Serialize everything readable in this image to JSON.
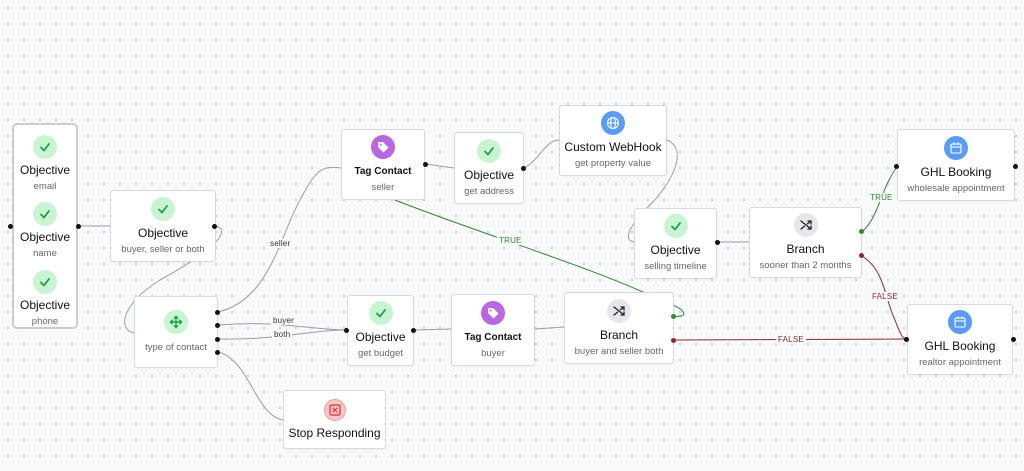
{
  "group": {
    "items": [
      {
        "title": "Objective",
        "subtitle": "email"
      },
      {
        "title": "Objective",
        "subtitle": "name"
      },
      {
        "title": "Objective",
        "subtitle": "phone"
      }
    ]
  },
  "nodes": {
    "obj_buyer_seller": {
      "title": "Objective",
      "subtitle": "buyer, seller or both"
    },
    "type_of_contact": {
      "title": "",
      "subtitle": "type of contact"
    },
    "stop_responding": {
      "title": "Stop Responding",
      "subtitle": ""
    },
    "tag_seller": {
      "title": "Tag Contact",
      "subtitle": "seller"
    },
    "obj_address": {
      "title": "Objective",
      "subtitle": "get address"
    },
    "webhook": {
      "title": "Custom WebHook",
      "subtitle": "get property value"
    },
    "obj_timeline": {
      "title": "Objective",
      "subtitle": "selling timeline"
    },
    "branch_timeline": {
      "title": "Branch",
      "subtitle": "sooner than 2 months"
    },
    "ghl_wholesale": {
      "title": "GHL Booking",
      "subtitle": "wholesale appointment"
    },
    "ghl_realtor": {
      "title": "GHL Booking",
      "subtitle": "realtor appointment"
    },
    "obj_budget": {
      "title": "Objective",
      "subtitle": "get budget"
    },
    "tag_buyer": {
      "title": "Tag Contact",
      "subtitle": "buyer"
    },
    "branch_buyer_seller": {
      "title": "Branch",
      "subtitle": "buyer and seller both"
    }
  },
  "edge_labels": {
    "seller": "seller",
    "buyer": "buyer",
    "both": "both",
    "true_main": "TRUE",
    "true_timeline": "TRUE",
    "false_timeline": "FALSE",
    "false_main": "FALSE"
  },
  "colors": {
    "true": "#2e8b2e",
    "false": "#8b2b2b",
    "edge": "#9a9ea6"
  },
  "icons": {
    "objective": "check-icon",
    "tag": "tag-icon",
    "webhook": "globe-icon",
    "branch": "shuffle-icon",
    "booking": "calendar-icon",
    "split": "move-arrows-icon",
    "stop": "x-square-icon"
  }
}
